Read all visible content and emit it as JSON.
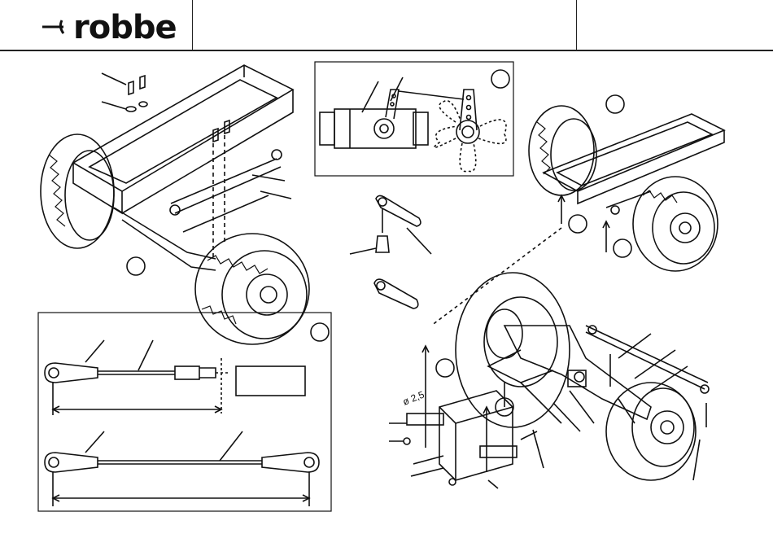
{
  "header": {
    "logo": "robbe"
  },
  "diagram_labels": {
    "diameter_note": "ø 2,5"
  },
  "icons": [
    "logo-arrow-icon",
    "step-number-circle"
  ]
}
